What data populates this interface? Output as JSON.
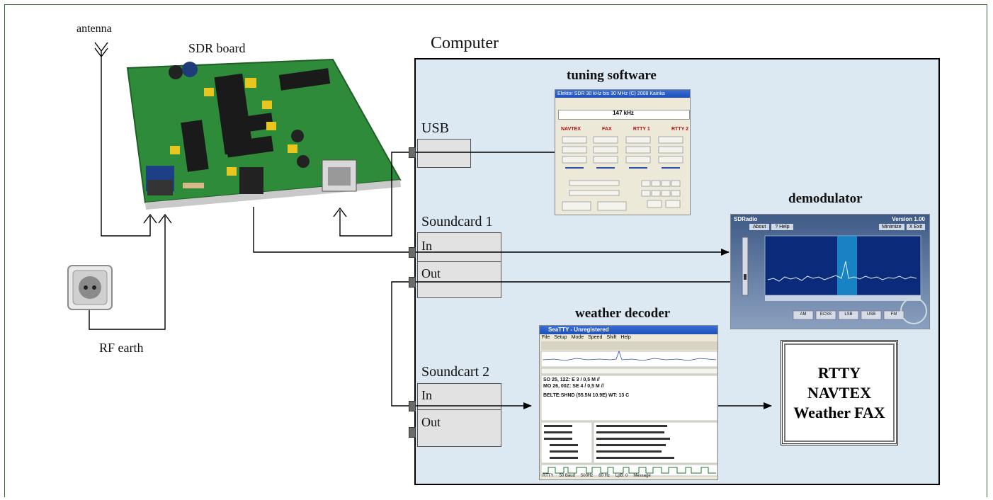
{
  "labels": {
    "antenna": "antenna",
    "sdr_board": "SDR board",
    "computer": "Computer",
    "usb": "USB",
    "soundcard1": "Soundcard 1",
    "soundcart2": "Soundcart 2",
    "in": "In",
    "out": "Out",
    "rf_earth": "RF earth",
    "tuning_software": "tuning software",
    "demodulator": "demodulator",
    "weather_decoder": "weather decoder"
  },
  "output_box": [
    "RTTY",
    "NAVTEX",
    "Weather FAX"
  ],
  "tuning_window": {
    "title": "Elektor SDR 30 kHz bis 30 MHz   (C) 2008 Kainka",
    "freq": "147 kHz",
    "headers": [
      "NAVTEX",
      "FAX",
      "RTTY 1",
      "RTTY 2"
    ]
  },
  "decoder_window": {
    "title": "SeaTTY - Unregistered",
    "menu": [
      "File",
      "Setup",
      "Mode",
      "Speed",
      "Shift",
      "Help"
    ],
    "text_lines": [
      "SO 25, 12Z: E    3  /     0,5 M //",
      "MO 26, 00Z: SE   4  /     0,5 M //",
      "BELTE:SHND (55.5N 10.9E) WT: 13 C"
    ],
    "status": [
      "RTTY",
      "50 Baud",
      "500Hz",
      "60 Hz",
      "LpB: 0",
      "Message"
    ]
  },
  "demod_window": {
    "title": "SDRadio",
    "version": "Version 1.00",
    "buttons": [
      "About",
      "? Help",
      "Minimize",
      "X Exit"
    ],
    "modes": [
      "AM",
      "ECSS",
      "LSB",
      "USB",
      "FM"
    ]
  },
  "colors": {
    "computer_fill": "#dce9f3",
    "pcb_green": "#2e8b3a",
    "frame": "#2f6b3f"
  }
}
